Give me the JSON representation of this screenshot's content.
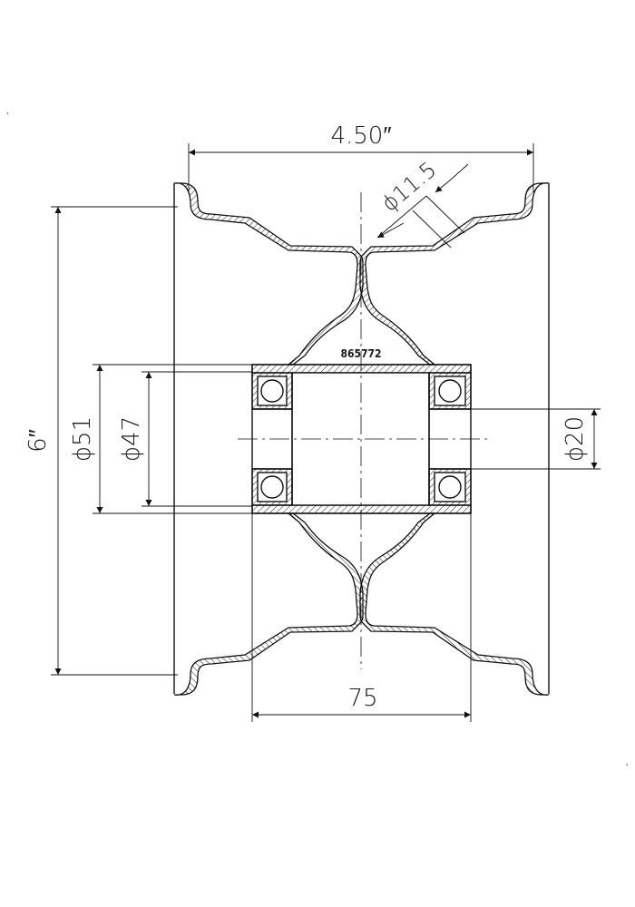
{
  "dimensions": {
    "rim_width": "4.50″",
    "rim_diameter": "6″",
    "hole_diameter": "ϕ11.5",
    "outer_diameter_51": "ϕ51",
    "inner_diameter_47": "ϕ47",
    "bore_diameter_20": "ϕ20",
    "hub_length": "75"
  },
  "part_number": "865772",
  "marks": {
    "top_left": "ʼ",
    "bottom_right": "ʻ"
  }
}
